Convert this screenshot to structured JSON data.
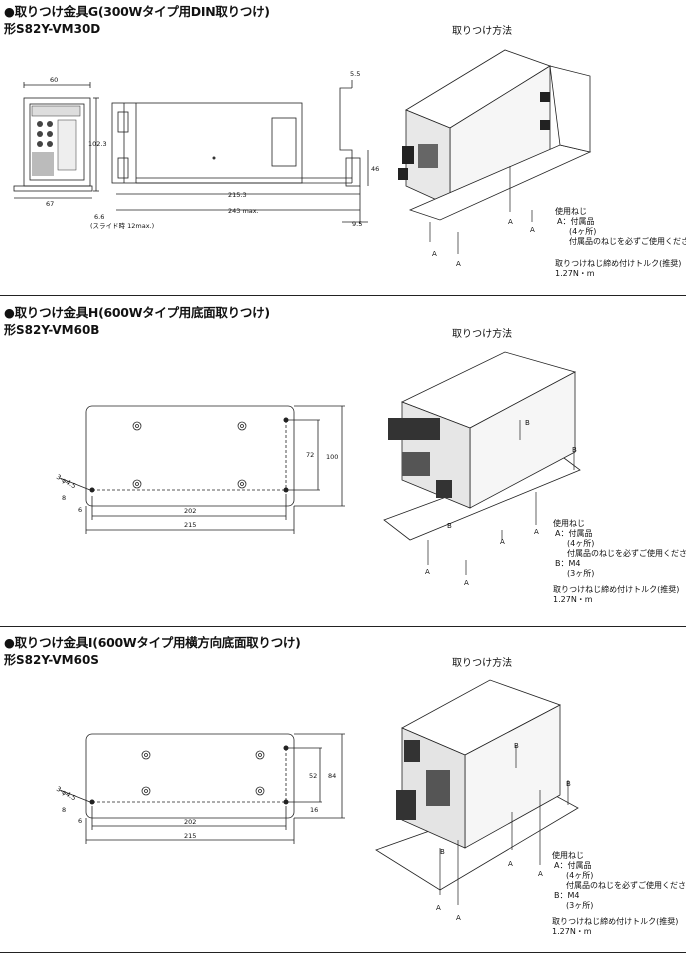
{
  "sections": [
    {
      "title": "●取りつけ金具G(300Wタイプ用DIN取りつけ)",
      "model": "形S82Y-VM30D",
      "method_title": "取りつけ方法",
      "dims": {
        "width": "60",
        "height": "102.3",
        "base": "67",
        "slide": "6.6",
        "slide_note": "(スライド時 12max.)",
        "len1": "215.3",
        "len2": "243 max.",
        "top": "5.5",
        "side": "46",
        "offset": "9.5"
      },
      "labels": {
        "a": "A"
      },
      "notes": [
        "使用ねじ",
        "A：付属品",
        "(4ヶ所)",
        "付属品のねじを必ずご使用ください)",
        "取りつけねじ締め付けトルク(推奨)",
        "1.27N・m"
      ]
    },
    {
      "title": "●取りつけ金具H(600Wタイプ用底面取りつけ)",
      "model": "形S82Y-VM60B",
      "method_title": "取りつけ方法",
      "dims": {
        "hole": "3-φ4.5",
        "d8": "8",
        "d6": "6",
        "d202": "202",
        "d215": "215",
        "d72": "72",
        "d100": "100"
      },
      "labels": {
        "a": "A",
        "b": "B"
      },
      "notes": [
        "使用ねじ",
        "A：付属品",
        "(4ヶ所)",
        "付属品のねじを必ずご使用ください)",
        "B：M4",
        "(3ヶ所)",
        "取りつけねじ締め付けトルク(推奨)",
        "1.27N・m"
      ]
    },
    {
      "title": "●取りつけ金具I(600Wタイプ用横方向底面取りつけ)",
      "model": "形S82Y-VM60S",
      "method_title": "取りつけ方法",
      "dims": {
        "hole": "3-φ4.5",
        "d8": "8",
        "d6": "6",
        "d202": "202",
        "d215": "215",
        "d52": "52",
        "d84": "84",
        "d16": "16"
      },
      "labels": {
        "a": "A",
        "b": "B"
      },
      "notes": [
        "使用ねじ",
        "A：付属品",
        "(4ヶ所)",
        "付属品のねじを必ずご使用ください)",
        "B：M4",
        "(3ヶ所)",
        "取りつけねじ締め付けトルク(推奨)",
        "1.27N・m"
      ]
    }
  ]
}
